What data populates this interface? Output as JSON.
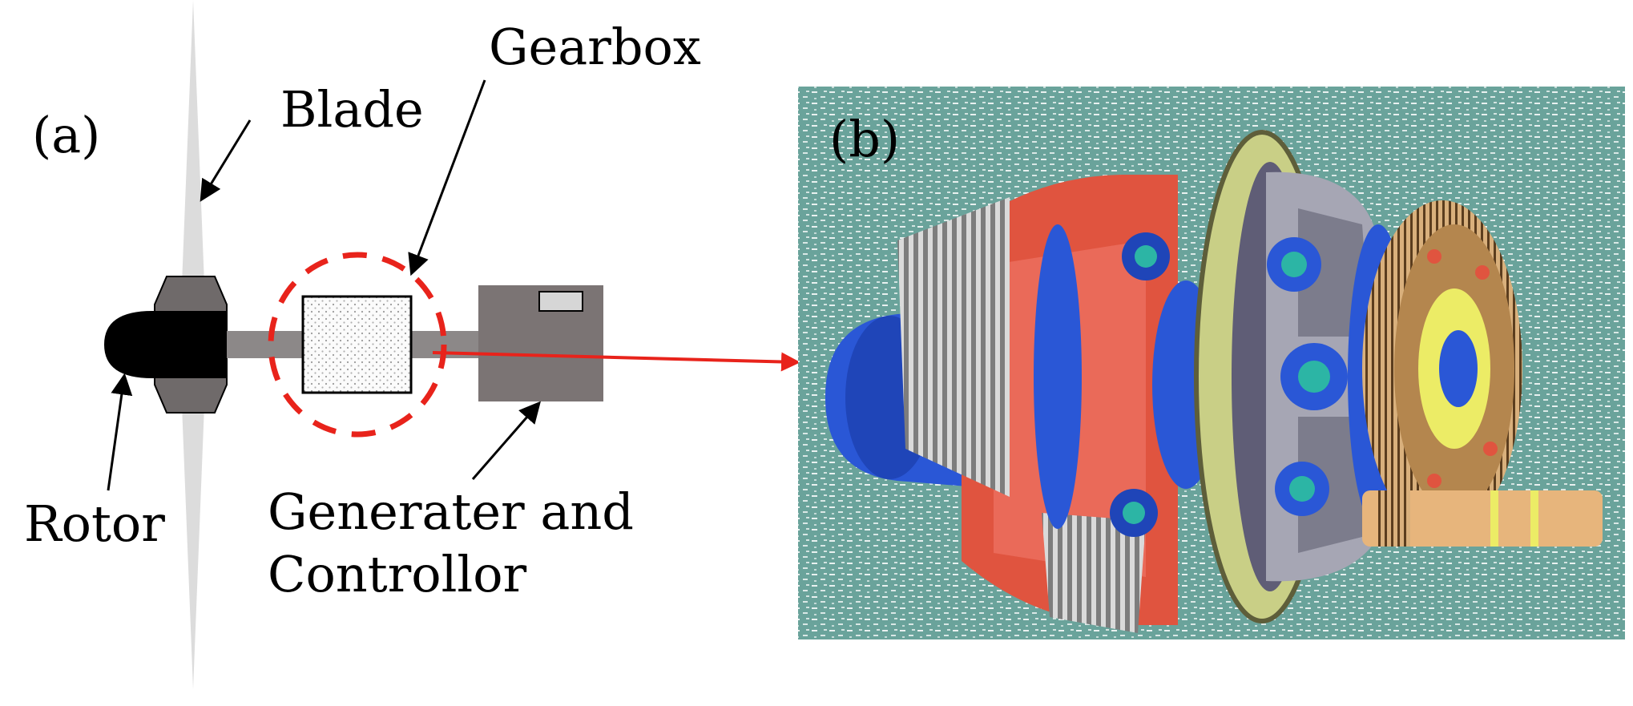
{
  "panel_a": {
    "tag": "(a)",
    "labels": {
      "blade": "Blade",
      "gearbox": "Gearbox",
      "rotor": "Rotor",
      "generator_line1": "Generater and",
      "generator_line2": "Controllor"
    }
  },
  "panel_b": {
    "tag": "(b)"
  },
  "colors": {
    "highlight": "#e8231b",
    "photo_background": "#6aa39b",
    "blade": "#dcdcdc",
    "rotor": "#000000",
    "shaft": "#8c8888",
    "generator": "#7b7474",
    "gear_red": "#e0543f",
    "gear_blue": "#2a57d6",
    "gear_olive": "#c9cf86",
    "gear_grey": "#a6a6b4",
    "gear_brass": "#b4864e",
    "shaft_tan": "#e7b57c",
    "gear_yellow": "#ecec66"
  },
  "icons": [
    "rotor-icon",
    "blade-icon",
    "hub-icon",
    "gearbox-icon",
    "generator-icon",
    "arrow-icon"
  ]
}
